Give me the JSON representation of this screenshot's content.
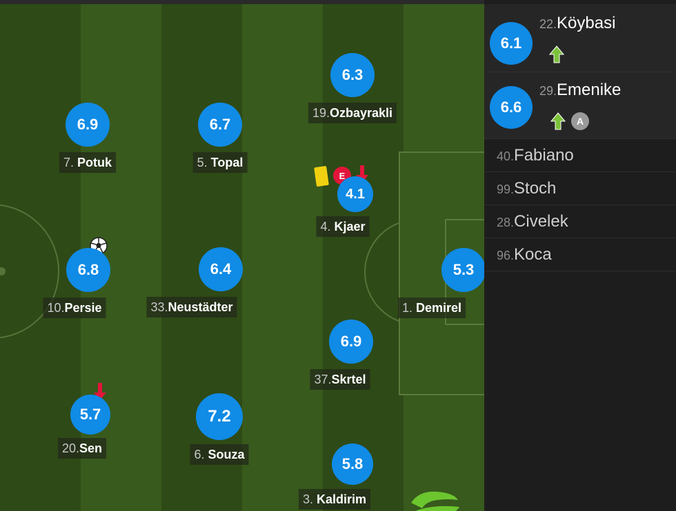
{
  "players": [
    {
      "id": "ozbayrakli",
      "rating": "6.3",
      "number": "19.",
      "name": "Ozbayrakli"
    },
    {
      "id": "potuk",
      "rating": "6.9",
      "number": "7.",
      "name": "Potuk"
    },
    {
      "id": "topal",
      "rating": "6.7",
      "number": "5.",
      "name": "Topal"
    },
    {
      "id": "kjaer",
      "rating": "4.1",
      "number": "4.",
      "name": "Kjaer",
      "error_label": "E"
    },
    {
      "id": "persie",
      "rating": "6.8",
      "number": "10.",
      "name": "Persie"
    },
    {
      "id": "neustadter",
      "rating": "6.4",
      "number": "33.",
      "name": "Neustädter"
    },
    {
      "id": "demirel",
      "rating": "5.3",
      "number": "1.",
      "name": "Demirel"
    },
    {
      "id": "skrtel",
      "rating": "6.9",
      "number": "37.",
      "name": "Skrtel"
    },
    {
      "id": "sen",
      "rating": "5.7",
      "number": "20.",
      "name": "Sen"
    },
    {
      "id": "souza",
      "rating": "7.2",
      "number": "6.",
      "name": "Souza"
    },
    {
      "id": "kaldirim",
      "rating": "5.8",
      "number": "3.",
      "name": "Kaldirim"
    }
  ],
  "substitutes": [
    {
      "id": "koybasi",
      "rating": "6.1",
      "number": "22.",
      "name": "Köybasi"
    },
    {
      "id": "emenike",
      "rating": "6.6",
      "number": "29.",
      "name": "Emenike",
      "badge": "A"
    }
  ],
  "bench": [
    {
      "id": "fabiano",
      "number": "40.",
      "name": "Fabiano"
    },
    {
      "id": "stoch",
      "number": "99.",
      "name": "Stoch"
    },
    {
      "id": "civelek",
      "number": "28.",
      "name": "Civelek"
    },
    {
      "id": "koca",
      "number": "96.",
      "name": "Koca"
    }
  ],
  "colors": {
    "rating": "#108be6",
    "pitch_dark": "#2e4a16",
    "pitch_light": "#395a1d",
    "card_yellow": "#f0d010",
    "error_red": "#e4153a",
    "sub_arrow": "#7cc23a"
  }
}
